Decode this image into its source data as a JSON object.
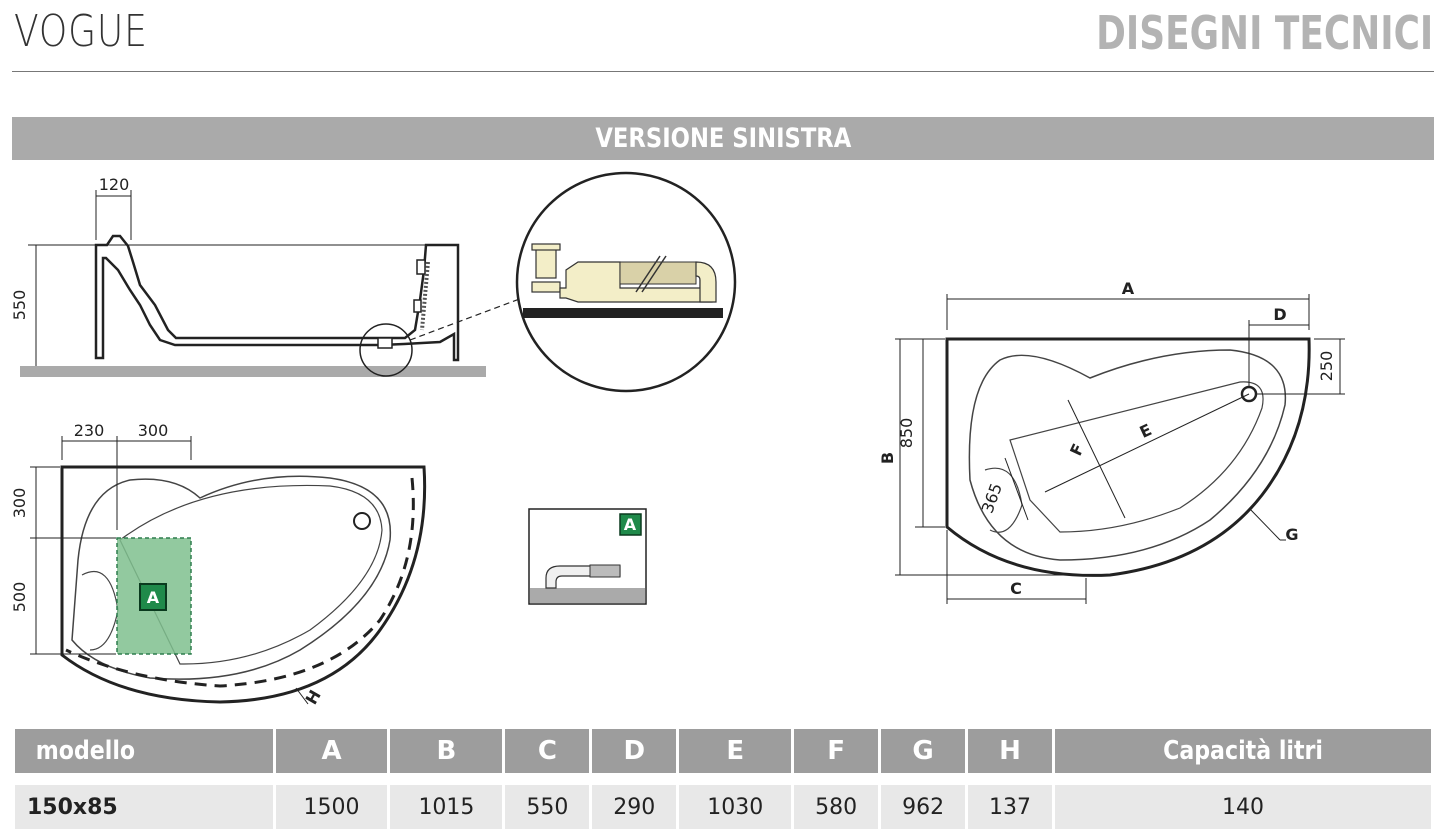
{
  "header": {
    "title": "VOGUE",
    "section": "DISEGNI TECNICI"
  },
  "version_label": "VERSIONE SINISTRA",
  "dimensions": {
    "side_view": {
      "width_top": "120",
      "height": "550"
    },
    "plan_left": {
      "x1": "230",
      "x2": "300",
      "y1": "300",
      "y2": "500",
      "marker_h": "H"
    },
    "zone_label": "A",
    "plan_right": {
      "a": "A",
      "d": "D",
      "d_val": "250",
      "b": "B",
      "b_val": "850",
      "e": "E",
      "f": "F",
      "g": "G",
      "c": "C",
      "inner": "365"
    }
  },
  "table": {
    "headers": [
      "modello",
      "A",
      "B",
      "C",
      "D",
      "E",
      "F",
      "G",
      "H",
      "Capacità litri"
    ],
    "rows": [
      [
        "150x85",
        "1500",
        "1015",
        "550",
        "290",
        "1030",
        "580",
        "962",
        "137",
        "140"
      ]
    ]
  }
}
